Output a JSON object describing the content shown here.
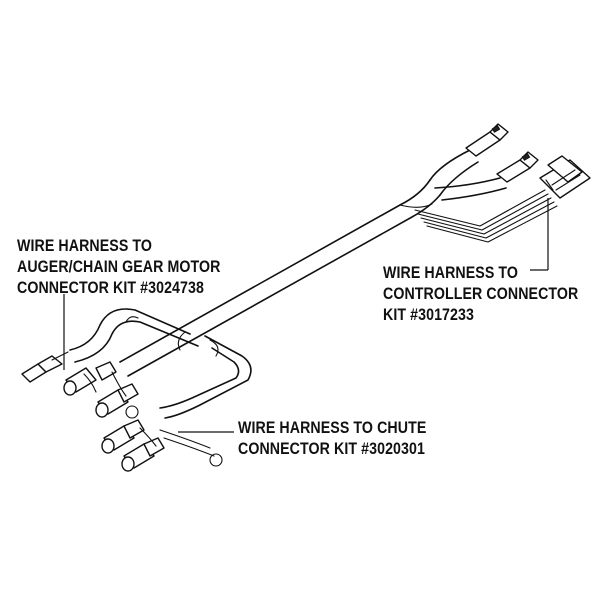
{
  "callouts": {
    "auger": {
      "line1": "WIRE HARNESS TO",
      "line2": "AUGER/CHAIN GEAR MOTOR",
      "line3": "CONNECTOR KIT #3024738"
    },
    "controller": {
      "line1": "WIRE HARNESS TO",
      "line2": "CONTROLLER CONNECTOR",
      "line3": "KIT #3017233"
    },
    "chute": {
      "line1": "WIRE HARNESS TO CHUTE",
      "line2": "CONNECTOR KIT #3020301"
    }
  },
  "colors": {
    "ink": "#111111",
    "background": "#ffffff"
  }
}
